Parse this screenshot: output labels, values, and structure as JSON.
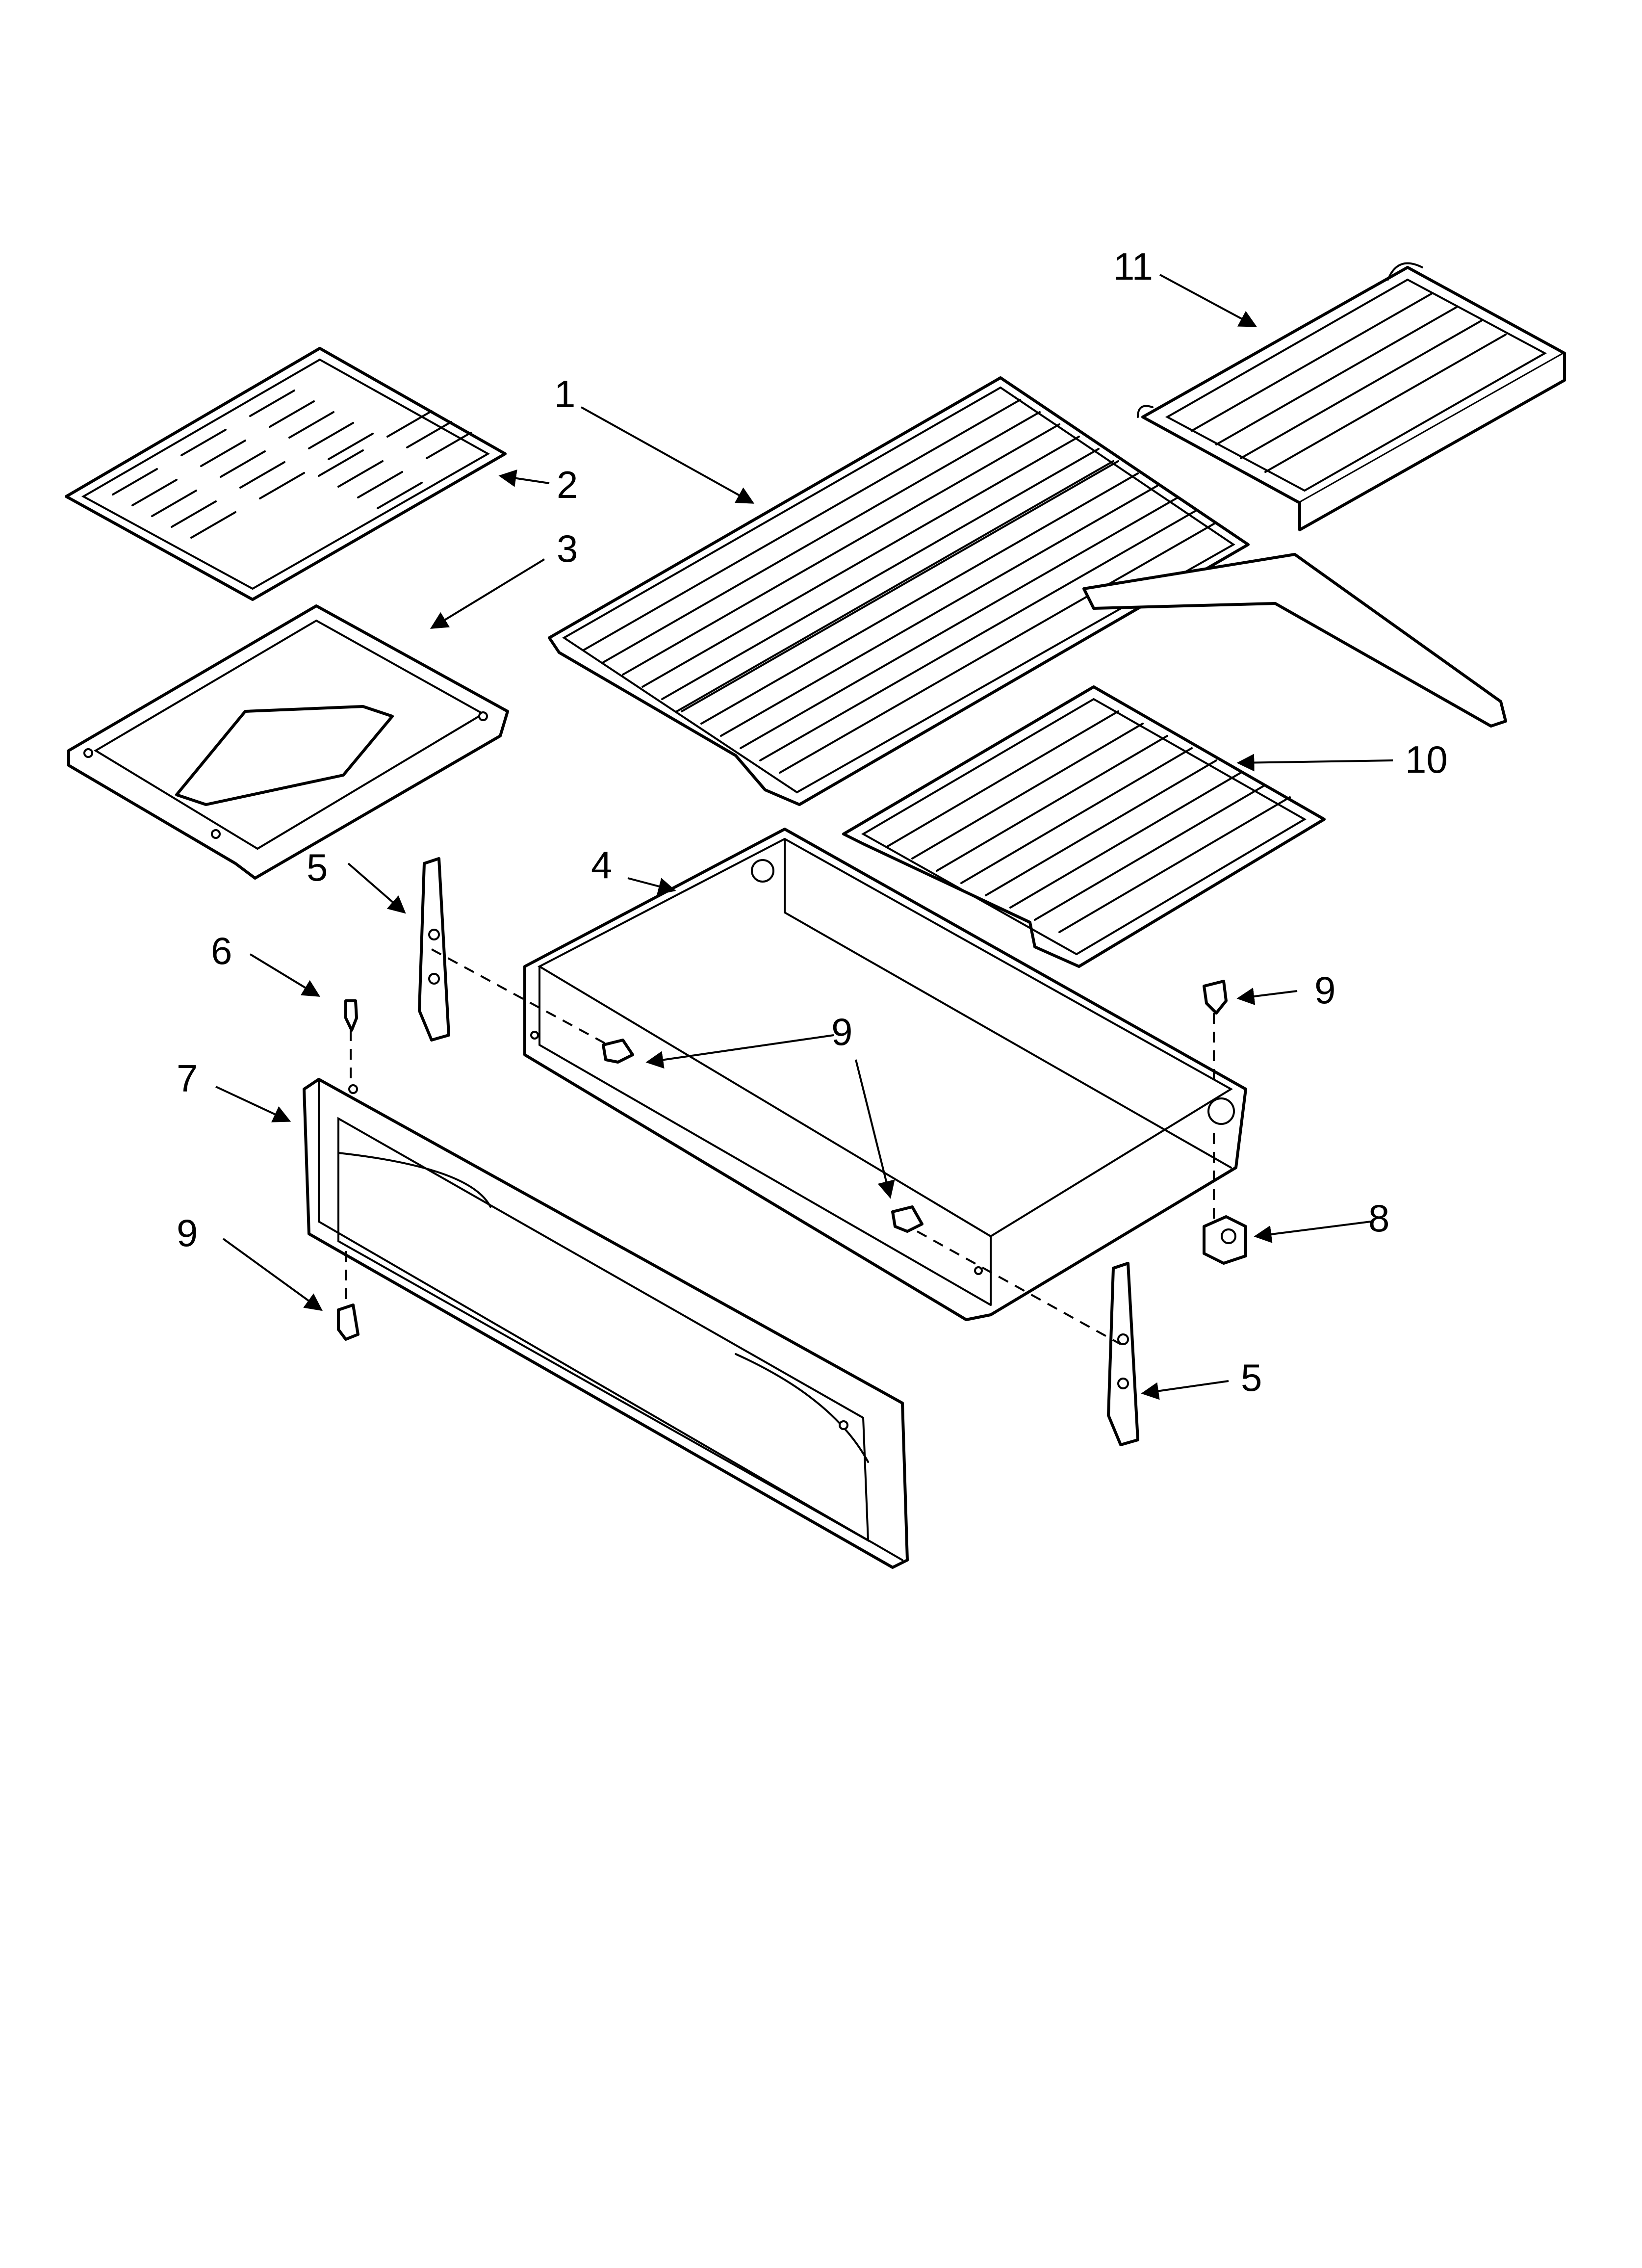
{
  "callouts": {
    "c1": "1",
    "c2": "2",
    "c3": "3",
    "c4": "4",
    "c5a": "5",
    "c5b": "5",
    "c6": "6",
    "c7": "7",
    "c8": "8",
    "c9a": "9",
    "c9b": "9",
    "c9c": "9",
    "c10": "10",
    "c11": "11"
  }
}
